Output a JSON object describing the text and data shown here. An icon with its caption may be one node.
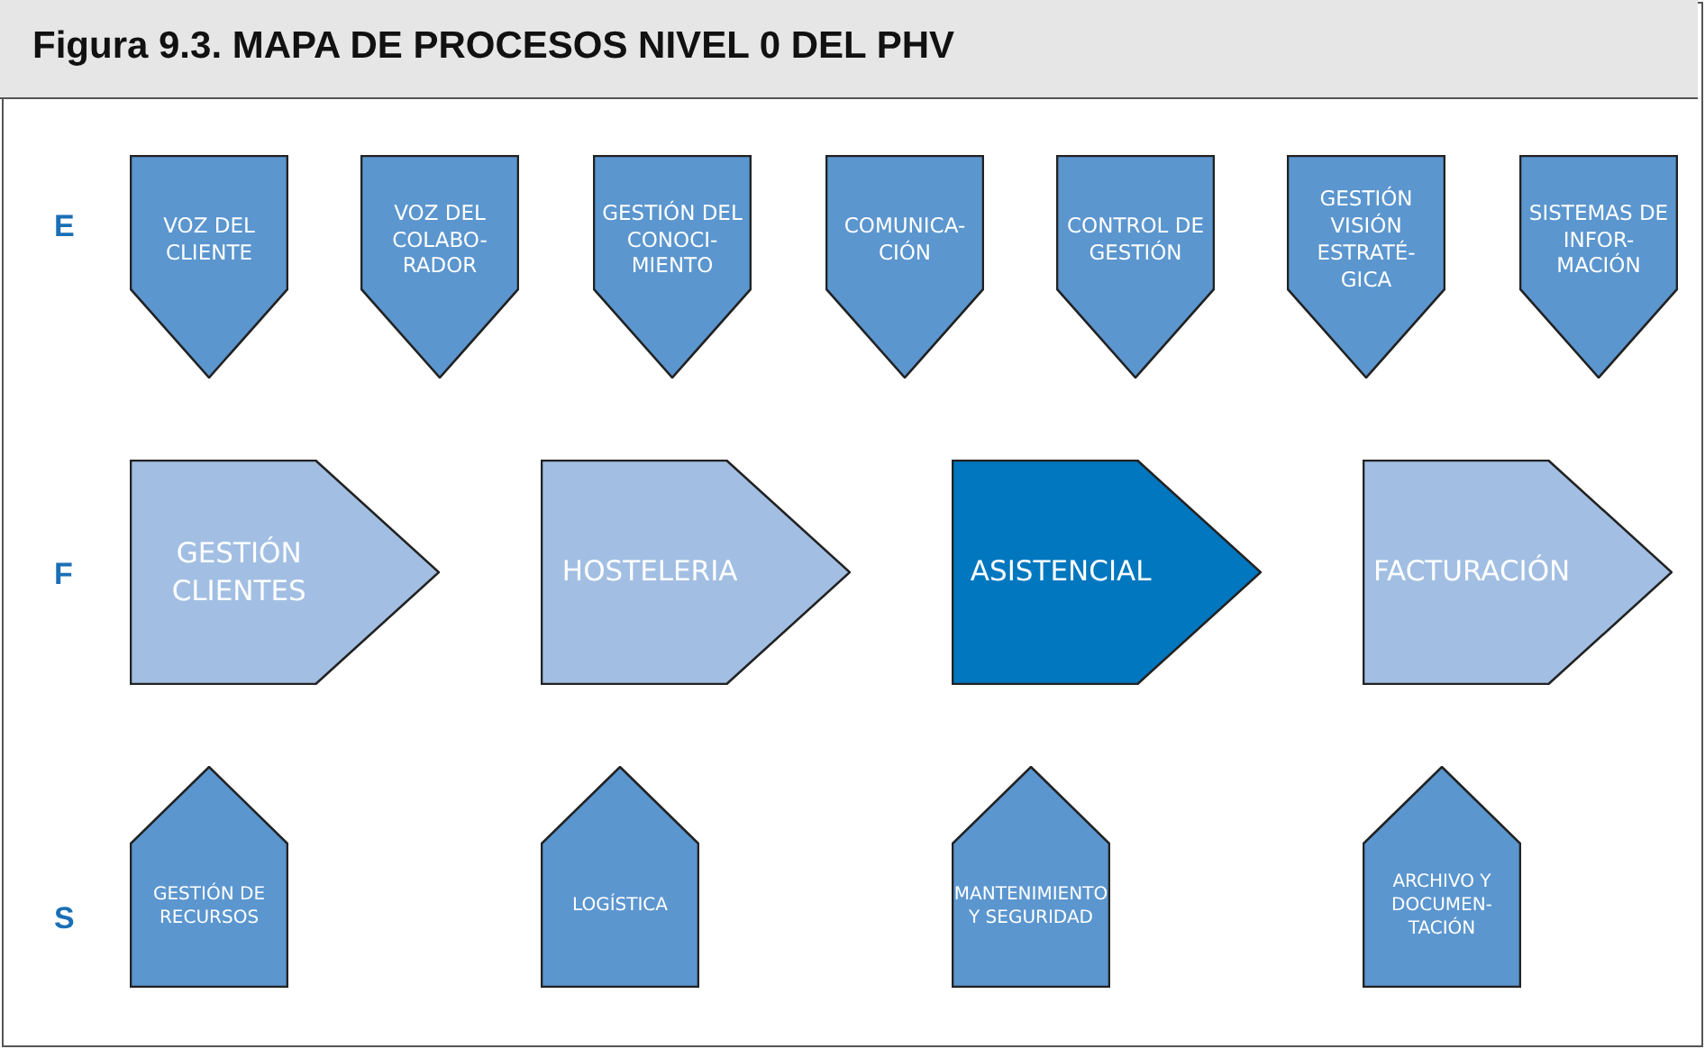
{
  "diagram": {
    "title": "Figura 9.3.  MAPA DE PROCESOS NIVEL 0 DEL PHV",
    "nodes": [
      {
        "text": [
          "VOZ DEL CLIENTE"
        ]
      },
      {
        "text": [
          "VOZ DEL COLABO- RADOR"
        ]
      },
      {
        "text": [
          "GESTIÓN DEL CONOCI- MIENTO"
        ]
      },
      {
        "text": [
          "COMUNICA- CIÓN"
        ]
      },
      {
        "text": [
          "CONTROL DE GESTIÓN"
        ]
      },
      {
        "text": [
          "GESTIÓN VISIÓN ESTRATÉ- GICA"
        ]
      },
      {
        "text": [
          "SISTEMAS DE INFOR- MACIÓN"
        ]
      },
      {
        "text": [
          "GESTIÓN CLIENTES"
        ]
      },
      {
        "text": [
          "HOSTELERIA"
        ]
      },
      {
        "text": [
          "ASISTENCIAL"
        ]
      },
      {
        "text": [
          "FACTURACIÓN"
        ]
      },
      {
        "text": [
          "GESTIÓN DE RECURSOS"
        ]
      },
      {
        "text": [
          "LOGÍSTICA"
        ]
      },
      {
        "text": [
          "MANTENIMIENTO Y SEGURIDAD"
        ]
      },
      {
        "text": [
          "ARCHIVO Y DOCUMEN- TACIÓN"
        ]
      }
    ],
    "labels": [
      "E",
      "F",
      "S"
    ]
  }
}
